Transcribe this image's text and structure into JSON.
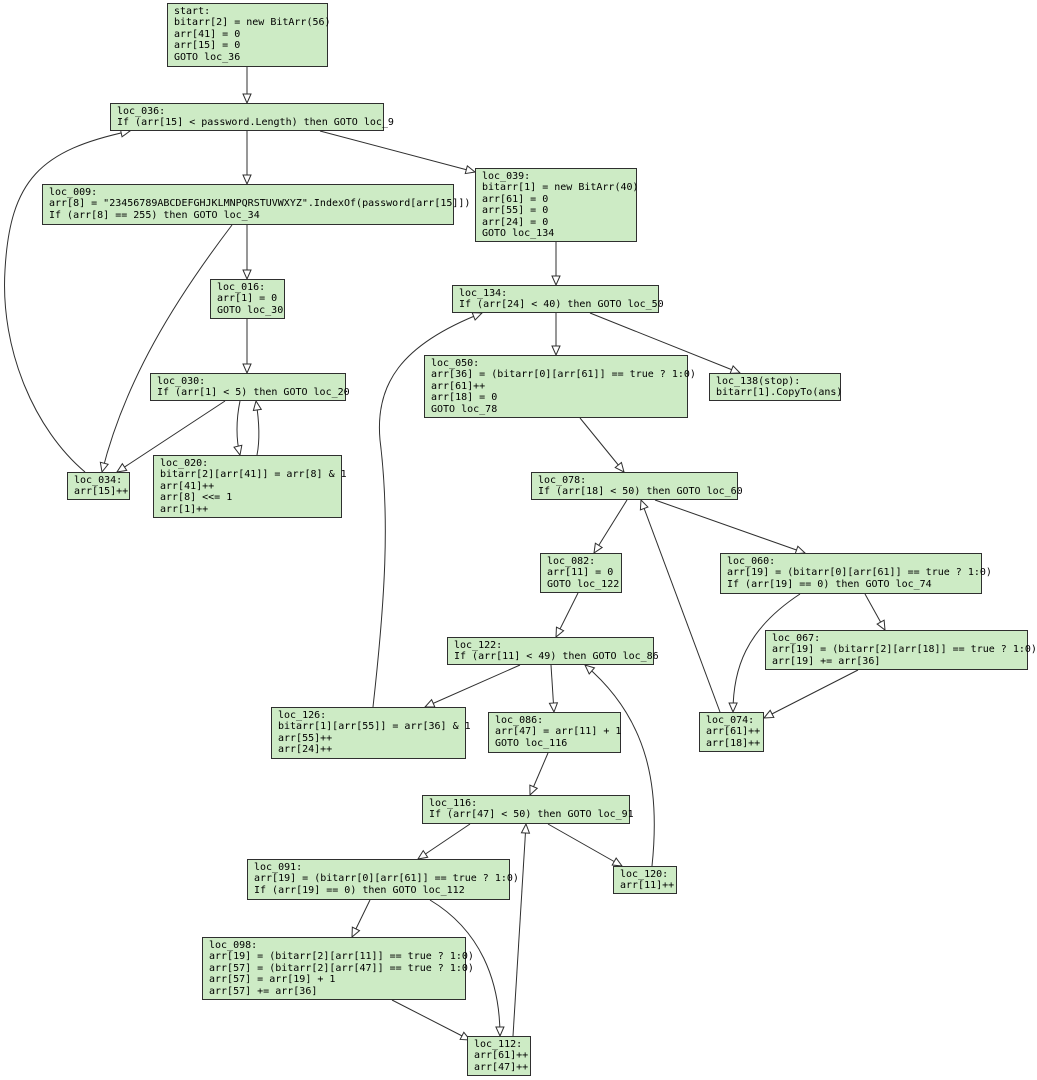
{
  "nodes": {
    "start": [
      "start:",
      "bitarr[2] = new BitArr(56)",
      "arr[41] = 0",
      "arr[15] = 0",
      "GOTO loc_36"
    ],
    "loc_036": [
      "loc_036:",
      "If (arr[15] < password.Length) then GOTO loc_9"
    ],
    "loc_009": [
      "loc_009:",
      "arr[8] = \"23456789ABCDEFGHJKLMNPQRSTUVWXYZ\".IndexOf(password[arr[15]])",
      "If (arr[8] == 255) then GOTO loc_34"
    ],
    "loc_039": [
      "loc_039:",
      "bitarr[1] = new BitArr(40)",
      "arr[61] = 0",
      "arr[55] = 0",
      "arr[24] = 0",
      "GOTO loc_134"
    ],
    "loc_016": [
      "loc_016:",
      "arr[1] = 0",
      "GOTO loc_30"
    ],
    "loc_134": [
      "loc_134:",
      "If (arr[24] < 40) then GOTO loc_50"
    ],
    "loc_030": [
      "loc_030:",
      "If (arr[1] < 5) then GOTO loc_20"
    ],
    "loc_050": [
      "loc_050:",
      "arr[36] = (bitarr[0][arr[61]] == true ? 1:0)",
      "arr[61]++",
      "arr[18] = 0",
      "GOTO loc_78"
    ],
    "loc_138": [
      "loc_138(stop):",
      "bitarr[1].CopyTo(ans)"
    ],
    "loc_034": [
      "loc_034:",
      "arr[15]++"
    ],
    "loc_020": [
      "loc_020:",
      "bitarr[2][arr[41]] = arr[8] & 1",
      "arr[41]++",
      "arr[8] <<= 1",
      "arr[1]++"
    ],
    "loc_078": [
      "loc_078:",
      "If (arr[18] < 50) then GOTO loc_60"
    ],
    "loc_082": [
      "loc_082:",
      "arr[11] = 0",
      "GOTO loc_122"
    ],
    "loc_060": [
      "loc_060:",
      "arr[19] = (bitarr[0][arr[61]] == true ? 1:0)",
      "If (arr[19] == 0) then GOTO loc_74"
    ],
    "loc_122": [
      "loc_122:",
      "If (arr[11] < 49) then GOTO loc_86"
    ],
    "loc_067": [
      "loc_067:",
      "arr[19] = (bitarr[2][arr[18]] == true ? 1:0)",
      "arr[19] += arr[36]"
    ],
    "loc_126": [
      "loc_126:",
      "bitarr[1][arr[55]] = arr[36] & 1",
      "arr[55]++",
      "arr[24]++"
    ],
    "loc_086": [
      "loc_086:",
      "arr[47] = arr[11] + 1",
      "GOTO loc_116"
    ],
    "loc_074": [
      "loc_074:",
      "arr[61]++",
      "arr[18]++"
    ],
    "loc_116": [
      "loc_116:",
      "If (arr[47] < 50) then GOTO loc_91"
    ],
    "loc_091": [
      "loc_091:",
      "arr[19] = (bitarr[0][arr[61]] == true ? 1:0)",
      "If (arr[19] == 0) then GOTO loc_112"
    ],
    "loc_120": [
      "loc_120:",
      "arr[11]++"
    ],
    "loc_098": [
      "loc_098:",
      "arr[19] = (bitarr[2][arr[11]] == true ? 1:0)",
      "arr[57] = (bitarr[2][arr[47]] == true ? 1:0)",
      "arr[57] = arr[19] + 1",
      "arr[57] += arr[36]"
    ],
    "loc_112": [
      "loc_112:",
      "arr[61]++",
      "arr[47]++"
    ]
  },
  "colors": {
    "node_fill": "#cdebc5",
    "node_border": "#2f2f2f",
    "edge": "#2f2f2f"
  }
}
